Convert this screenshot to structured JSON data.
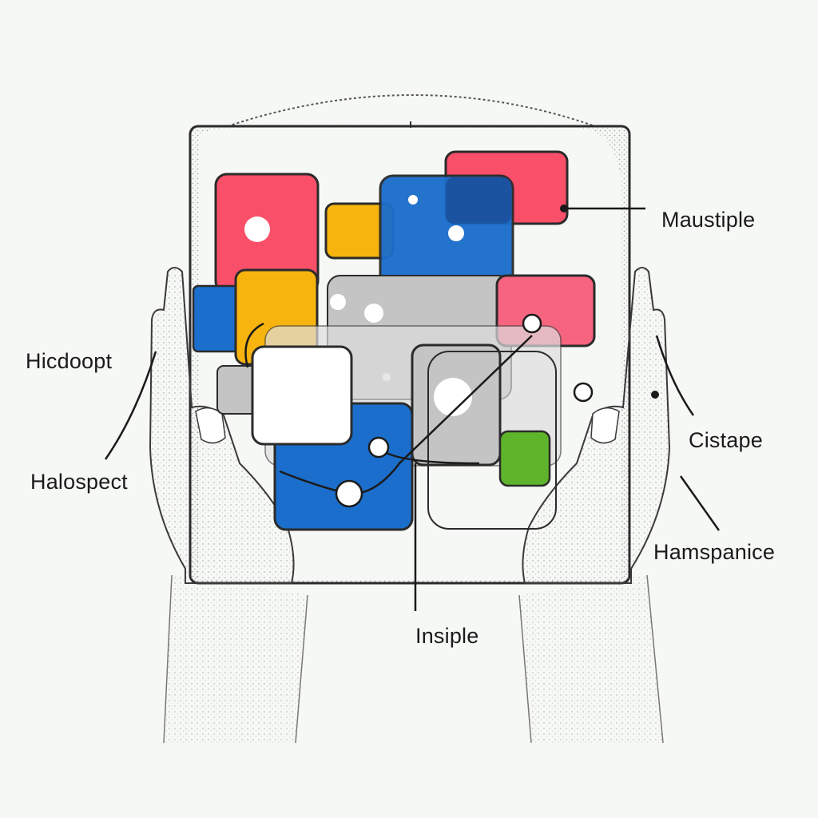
{
  "labels": {
    "maustiple": "Maustiple",
    "hicdoopt": "Hicdoopt",
    "halospect": "Halospect",
    "cistape": "Cistape",
    "hamspanice": "Hamspanice",
    "insiple": "Insiple"
  },
  "colors": {
    "background": "#f6f8f5",
    "red": "#f94f69",
    "pink": "#f7647f",
    "blue": "#1b6ecb",
    "yellow": "#f8b40e",
    "gray": "#c4c4c4",
    "light_gray": "#dddddd",
    "white": "#ffffff",
    "green": "#5eb52b",
    "outline": "#1a1a1a"
  }
}
